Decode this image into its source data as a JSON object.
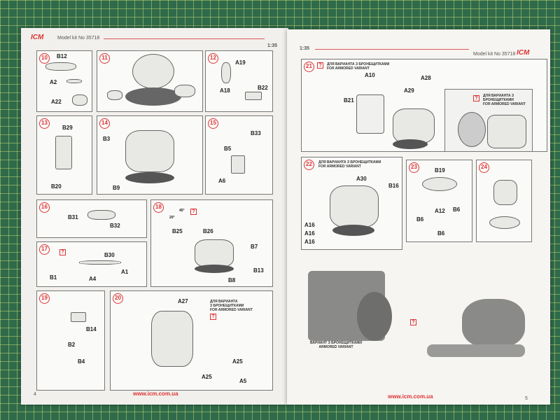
{
  "left_page": {
    "brand": "ICM",
    "kit": "Model kit No 35718",
    "scale": "1:35",
    "page_number": "4",
    "url": "www.icm.com.ua",
    "steps": [
      {
        "num": "10",
        "labels": [
          "B12",
          "A2",
          "A22"
        ]
      },
      {
        "num": "11",
        "labels": []
      },
      {
        "num": "12",
        "labels": [
          "A19",
          "A18",
          "B22"
        ]
      },
      {
        "num": "13",
        "labels": [
          "B29",
          "B20"
        ]
      },
      {
        "num": "14",
        "labels": [
          "B3",
          "B9"
        ]
      },
      {
        "num": "15",
        "labels": [
          "B33",
          "B5",
          "A6"
        ]
      },
      {
        "num": "16",
        "labels": [
          "B31",
          "B32"
        ]
      },
      {
        "num": "17",
        "labels": [
          "B30",
          "B1",
          "A4",
          "A1"
        ]
      },
      {
        "num": "18",
        "labels": [
          "B25",
          "B26",
          "B7",
          "B13",
          "B8",
          "45°",
          "20°"
        ]
      },
      {
        "num": "19",
        "labels": [
          "B14",
          "B2",
          "B4"
        ]
      },
      {
        "num": "20",
        "labels": [
          "A27",
          "A25",
          "A25",
          "A5"
        ],
        "note": [
          "ДЛЯ ВАРИАНТА",
          "З БРОНЕЩИТКАМИ",
          "FOR ARMORED VARIANT"
        ]
      }
    ]
  },
  "right_page": {
    "brand": "ICM",
    "kit": "Model kit No 35718",
    "scale": "1:35",
    "page_number": "5",
    "url": "www.icm.com.ua",
    "steps": [
      {
        "num": "21",
        "labels": [
          "A10",
          "A28",
          "A29",
          "B21"
        ],
        "note": [
          "ДЛЯ ВАРИАНТА З БРОНЕЩИТКАМИ",
          "FOR ARMORED VARIANT"
        ],
        "inset_note": [
          "ДЛЯ ВАРИАНТА З",
          "БРОНЕЩИТКАМИ",
          "FOR ARMORED VARIANT"
        ]
      },
      {
        "num": "22",
        "labels": [
          "A30",
          "B16",
          "A16",
          "A16",
          "A16"
        ],
        "note": [
          "ДЛЯ ВАРИАНТА З БРОНЕЩИТКАМИ",
          "FOR ARMORED VARIANT"
        ]
      },
      {
        "num": "23",
        "labels": [
          "B19",
          "A12",
          "B6",
          "B6",
          "B6"
        ]
      },
      {
        "num": "24",
        "labels": []
      }
    ],
    "render_caption": [
      "ВАРИАНТ З БРОНЕЩИТКАМИ",
      "ARMORED VARIANT"
    ],
    "question_mark": "?"
  }
}
